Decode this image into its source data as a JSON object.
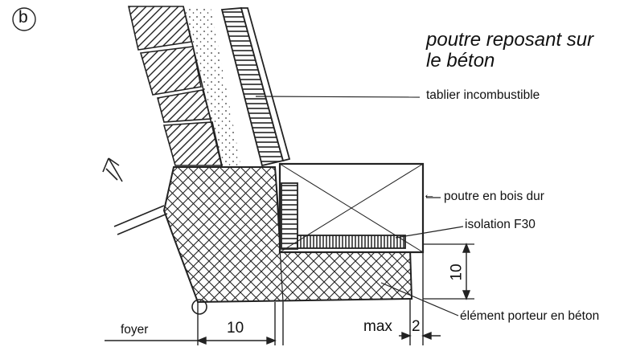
{
  "figure": {
    "marker": "b",
    "title_line1": "poutre reposant sur",
    "title_line2": "le béton"
  },
  "labels": {
    "tablier": "tablier incombustible",
    "poutre": "poutre en bois dur",
    "isolation": "isolation F30",
    "element": "élément porteur en béton",
    "foyer": "foyer"
  },
  "dimensions": {
    "bottom_width": "10",
    "right_height": "10",
    "max_word": "max",
    "max_value": "2"
  },
  "colors": {
    "ink": "#1a1a1a",
    "paper": "#ffffff"
  }
}
